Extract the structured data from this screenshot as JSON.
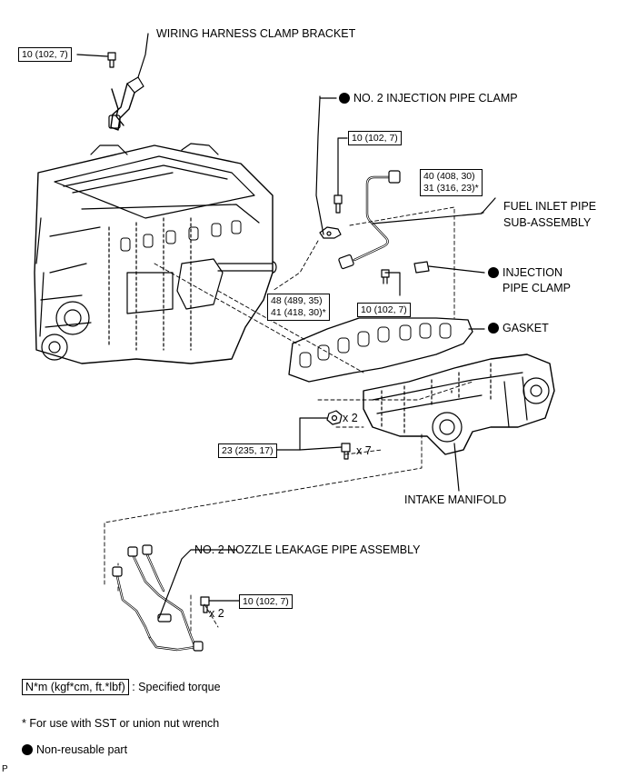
{
  "labels": {
    "bracket": "WIRING HARNESS CLAMP BRACKET",
    "no2_clamp": "NO. 2 INJECTION PIPE CLAMP",
    "fuel_inlet_1": "FUEL INLET PIPE",
    "fuel_inlet_2": "SUB-ASSEMBLY",
    "inj_clamp_1": "INJECTION",
    "inj_clamp_2": "PIPE CLAMP",
    "gasket": "GASKET",
    "intake_manifold": "INTAKE MANIFOLD",
    "nozzle_leak": "NO. 2 NOZZLE LEAKAGE PIPE ASSEMBLY",
    "qty_nut": "x 2",
    "qty_bolt": "x 7",
    "qty_pipe": "x 2"
  },
  "torques": {
    "bracket_bolt": "10 (102, 7)",
    "clamp_bolt": "10 (102, 7)",
    "pipe_top_1": "40 (408, 30)",
    "pipe_top_2": "31 (316, 23)*",
    "pipe_bottom_1": "48 (489, 35)",
    "pipe_bottom_2": "41 (418, 30)*",
    "inj_clamp_bolt": "10 (102, 7)",
    "manifold": "23 (235, 17)",
    "nozzle_pipe": "10 (102, 7)"
  },
  "legend": {
    "torque_box": "N*m (kgf*cm, ft.*lbf)",
    "torque_text": ": Specified torque",
    "sst_note": "* For use with SST or union nut wrench",
    "nonreusable": "Non-reusable part"
  },
  "corner_mark": "P"
}
